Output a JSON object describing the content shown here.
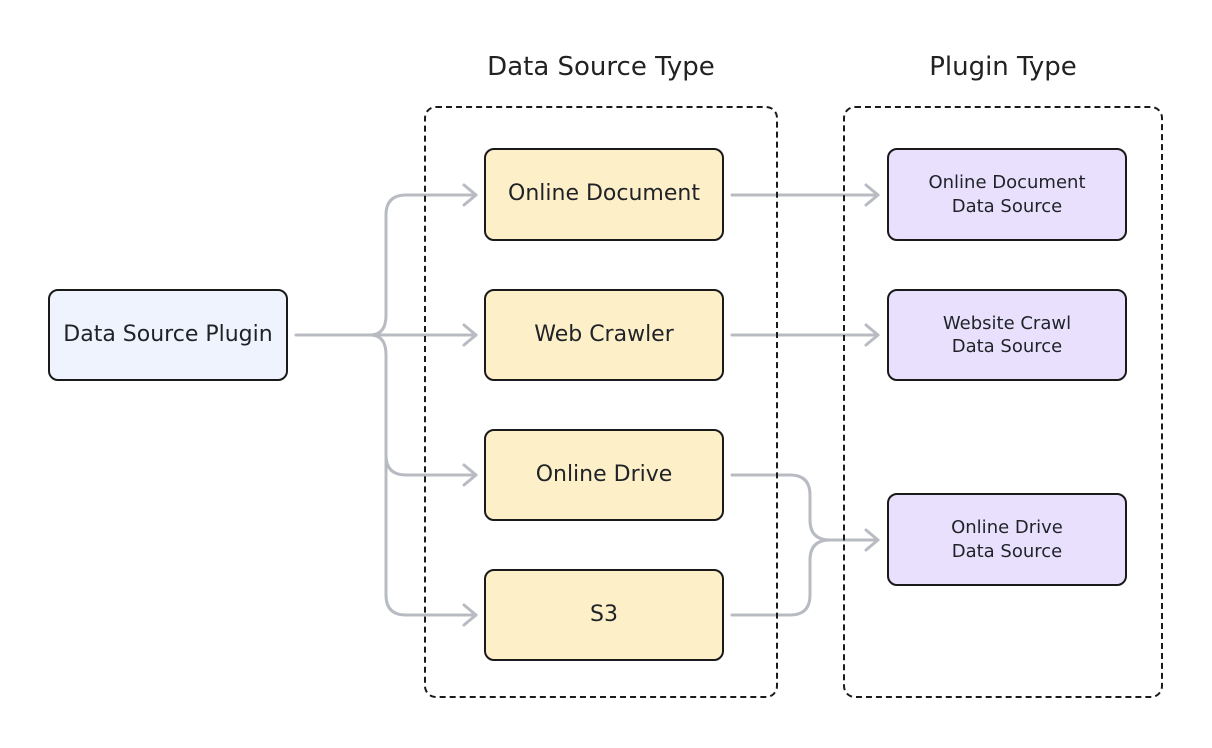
{
  "diagram": {
    "groups": {
      "data_source_type": {
        "title": "Data Source Type"
      },
      "plugin_type": {
        "title": "Plugin Type"
      }
    },
    "source": {
      "label": "Data Source Plugin"
    },
    "types": [
      {
        "label": "Online Document"
      },
      {
        "label": "Web Crawler"
      },
      {
        "label": "Online Drive"
      },
      {
        "label": "S3"
      }
    ],
    "plugins": [
      {
        "line1": "Online Document",
        "line2": "Data Source"
      },
      {
        "line1": "Website Crawl",
        "line2": "Data Source"
      },
      {
        "line1": "Online Drive",
        "line2": "Data Source"
      }
    ],
    "colors": {
      "source_fill": "#eef3fd",
      "type_fill": "#fdefc8",
      "plugin_fill": "#e8e0fc",
      "connector": "#b8bcc2",
      "border": "#1a1a1a"
    }
  }
}
